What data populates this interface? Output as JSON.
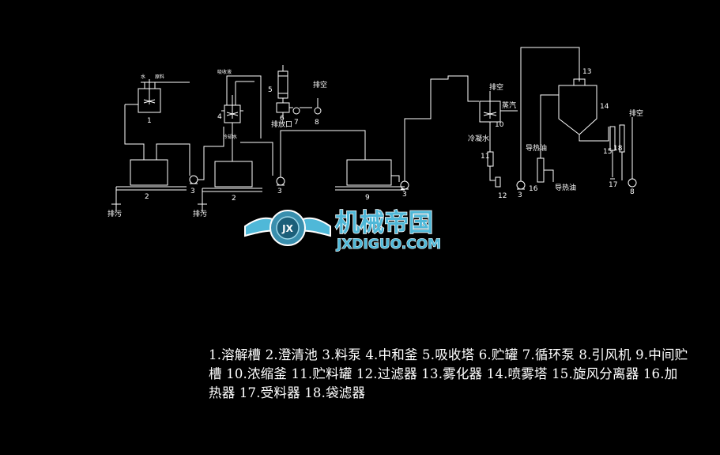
{
  "diagram": {
    "numbers": {
      "n1": "1",
      "n2a": "2",
      "n2b": "2",
      "n3a": "3",
      "n3b": "3",
      "n3c": "3",
      "n3d": "3",
      "n4": "4",
      "n5": "5",
      "n6": "6",
      "n7": "7",
      "n8a": "8",
      "n8b": "8",
      "n9": "9",
      "n10": "10",
      "n11": "11",
      "n12": "12",
      "n13": "13",
      "n14": "14",
      "n15": "15",
      "n16": "16",
      "n17": "17",
      "n18": "18"
    },
    "labels": {
      "drain_a": "排污",
      "drain_b": "排污",
      "vent_a": "排空",
      "vent_b": "排空",
      "vent_c": "排空",
      "discharge": "排放口",
      "cooling_water": "冷凝水",
      "steam": "蒸汽",
      "heat_oil_a": "导热油",
      "heat_oil_b": "导热油",
      "water": "水",
      "raw_material": "原料",
      "absorbent": "吸收液",
      "cooling_small": "冷却水"
    }
  },
  "legend": {
    "text": "1.溶解槽 2.澄清池 3.料泵 4.中和釜 5.吸收塔 6.贮罐 7.循环泵 8.引风机 9.中间贮槽 10.浓缩釜 11.贮料罐 12.过滤器 13.雾化器 14.喷雾塔 15.旋风分离器 16.加热器 17.受料器 18.袋滤器"
  },
  "watermark": {
    "cn": "机械帝国",
    "en": "JXDIGUO.COM",
    "emblem": "JX",
    "colors": {
      "primary": "#4fb8d8",
      "outline": "#ffffff"
    }
  }
}
